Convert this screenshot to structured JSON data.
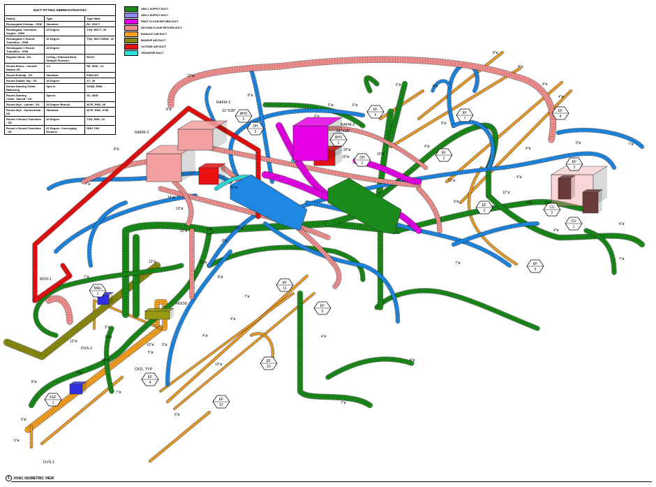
{
  "key": {
    "title": "DUCT FITTING ABBREVIATION KEY",
    "headers": [
      "Family",
      "Type",
      "Type Mark"
    ],
    "rows": [
      [
        "Rectangular Endcap : SSM",
        "Standard",
        "RC_ENCT"
      ],
      [
        "Rectangular Transition - Angled : SSM",
        "45 Degree",
        "TXN_RECT_45"
      ],
      [
        "Rectangular x Round Transition : SSM",
        "30 Degree",
        "TXN_RECTxRND_30"
      ],
      [
        "Rectangular x Round Transition : SSM",
        "45 Degree",
        ""
      ],
      [
        "Register Boot : SS",
        "Ceiling / Sidewall Boot, Straight Entrance",
        "BOOT"
      ],
      [
        "Round Elbow - Smooth Radius SS",
        "1.0",
        "RE_RND_1.0"
      ],
      [
        "Round Endcap : SS",
        "Standard",
        "ENDCAP"
      ],
      [
        "Round Saddle Tap : SS",
        "45 Degree",
        "ST_45"
      ],
      [
        "Round Starting Collar - Balancing",
        "Spin In",
        "SCBD_RND"
      ],
      [
        "Round Starting Collar_Takeoff : SS",
        "Spin In",
        "SC_RND"
      ],
      [
        "Round Wye - Lateral : SS",
        "45 Degree Branch",
        "WYE_RND_45"
      ],
      [
        "Round Wye - Symmetrical : SS",
        "Standard",
        "WYE_RND_SYM"
      ],
      [
        "Round x Round Transition : SS",
        "30 Degree",
        "TXN_RND_30"
      ],
      [
        "Round x Round Transition : SS",
        "30 Degree, Converging Reducer",
        "RND TXN"
      ]
    ]
  },
  "legend": [
    {
      "label": "AHU-1 SUPPLY DUCT",
      "color": "#1a8a1a"
    },
    {
      "label": "AHU-2 SUPPLY DUCT",
      "color": "#8c8cf0"
    },
    {
      "label": "FIRST FLOOR RETURN DUCT",
      "color": "#e600e6"
    },
    {
      "label": "SECOND FLOOR RETURN DUCT",
      "color": "#f29090"
    },
    {
      "label": "EXHAUST AIR DUCT",
      "color": "#f5a020"
    },
    {
      "label": "MAKEUP AIR DUCT",
      "color": "#8a8a10"
    },
    {
      "label": "OUTSIDE AIR DUCT",
      "color": "#e81010"
    },
    {
      "label": "TRANSFER DUCT",
      "color": "#30e0e0"
    }
  ],
  "colors": {
    "supply_blue": "#1e88e5"
  },
  "tags": [
    {
      "top": "AHU",
      "bottom": "2"
    },
    {
      "top": "DH",
      "bottom": "2"
    },
    {
      "top": "AHU",
      "bottom": "1"
    },
    {
      "top": "DH",
      "bottom": "1"
    },
    {
      "top": "EF",
      "bottom": "6"
    },
    {
      "top": "EF",
      "bottom": "7"
    },
    {
      "top": "EF",
      "bottom": "8"
    },
    {
      "top": "EF",
      "bottom": "1"
    },
    {
      "top": "EF",
      "bottom": "3"
    },
    {
      "top": "EF",
      "bottom": "2"
    },
    {
      "top": "CU",
      "bottom": "2"
    },
    {
      "top": "CU",
      "bottom": "1"
    },
    {
      "top": "EF",
      "bottom": "9"
    },
    {
      "top": "EF",
      "bottom": "11"
    },
    {
      "top": "EF",
      "bottom": "5"
    },
    {
      "top": "EF",
      "bottom": "10"
    },
    {
      "top": "EF",
      "bottom": "4"
    },
    {
      "top": "EF",
      "bottom": "12"
    },
    {
      "top": "KEF",
      "bottom": "1"
    },
    {
      "top": "MAU",
      "bottom": "1"
    }
  ],
  "labels": [
    "RAFM-2",
    "31\"X28\"",
    "RAFM-2",
    "RAFM-2",
    "31\"X28\"",
    "MVD-1",
    "HOOD",
    "DVS-2",
    "CKD, TYP",
    "DVS-1"
  ],
  "dims": [
    "12\"ø",
    "8\"ø",
    "8\"ø",
    "5\"ø",
    "8\"ø",
    "9\"ø",
    "5\"ø",
    "8\"ø",
    "6\"ø",
    "4\"ø",
    "4\"ø",
    "4\"ø",
    "4\"ø",
    "9\"ø",
    "10\"ø",
    "4\"ø",
    "4\"ø",
    "9\"ø",
    "7\"ø",
    "12\"ø",
    "12\"ø",
    "4\"ø",
    "4\"ø",
    "7\"ø",
    "9\"ø",
    "8\"ø",
    "7\"ø",
    "7\"ø",
    "14\"ø",
    "10\"ø",
    "12\"ø",
    "9\"ø",
    "8\"ø",
    "10\"ø",
    "10\"ø",
    "20\"ø",
    "10\"ø",
    "9\"ø",
    "7\"ø",
    "12\"ø",
    "12\"ø",
    "7\"ø",
    "9\"ø",
    "10\"ø",
    "12\"ø",
    "10\"ø",
    "10\"ø",
    "5\"ø",
    "4\"ø",
    "5\"ø",
    "8\"ø",
    "7\"ø",
    "10\"ø",
    "4\"ø",
    "4\"ø",
    "6\"ø",
    "8\"ø",
    "7\"ø",
    "6\"ø",
    "5\"ø",
    "4\"ø",
    "8\"ø",
    "7\"ø"
  ],
  "view_title": {
    "number": "1",
    "text": "HVAC ISOMETRIC VIEW"
  }
}
